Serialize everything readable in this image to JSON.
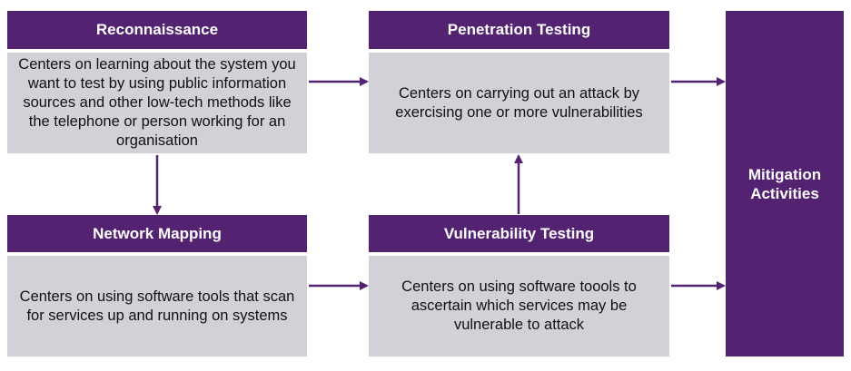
{
  "colors": {
    "header": "#532372",
    "body": "#d3d1d8",
    "arrow": "#532372"
  },
  "boxes": {
    "reconnaissance": {
      "title": "Reconnaissance",
      "text": "Centers on learning about the system you want to test by using public information sources and other low-tech methods like the telephone or person working for an organisation"
    },
    "penetration_testing": {
      "title": "Penetration Testing",
      "text": "Centers on carrying out an attack by exercising one or more vulnerabilities"
    },
    "network_mapping": {
      "title": "Network Mapping",
      "text": "Centers on using software tools that scan for services up and running on systems"
    },
    "vulnerability_testing": {
      "title": "Vulnerability Testing",
      "text": "Centers on using software toools to ascertain which services may be vulnerable to attack"
    },
    "mitigation": {
      "title": "Mitigation Activities"
    }
  }
}
